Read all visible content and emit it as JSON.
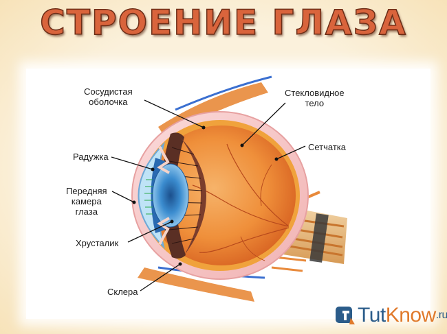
{
  "title": "СТРОЕНИЕ ГЛАЗА",
  "labels": {
    "choroid": [
      "Сосудистая",
      "оболочка"
    ],
    "vitreous": [
      "Стекловидное",
      "тело"
    ],
    "iris": "Радужка",
    "retina": "Сетчатка",
    "anterior_chamber": [
      "Передняя",
      "камера",
      "глаза"
    ],
    "lens": "Хрусталик",
    "sclera": "Склера"
  },
  "watermark": {
    "part1": "Tut",
    "part2": "Know",
    "part3": ".ru"
  },
  "colors": {
    "title_fill": "#d9643c",
    "sclera": "#f7c9c9",
    "choroid": "#e8902e",
    "vitreous": "#e8782a",
    "iris": "#3b8ccf",
    "ciliary": "#5a2f24"
  }
}
